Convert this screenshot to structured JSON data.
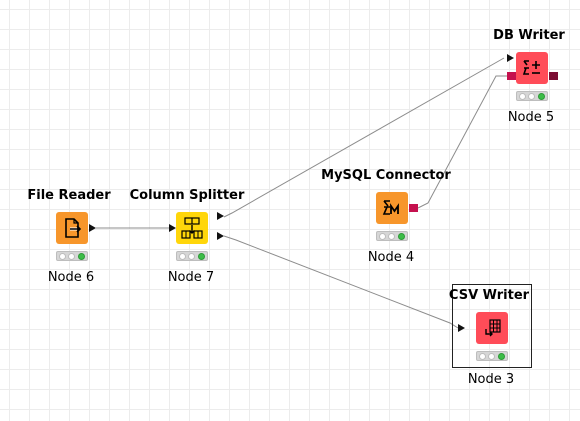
{
  "workflow": {
    "nodes": [
      {
        "id": "file-reader",
        "title": "File Reader",
        "label": "Node 6",
        "color": "#f7962b",
        "status": [
          "idle",
          "idle",
          "executed"
        ]
      },
      {
        "id": "column-splitter",
        "title": "Column Splitter",
        "label": "Node 7",
        "color": "#ffd60a",
        "status": [
          "idle",
          "idle",
          "executed"
        ]
      },
      {
        "id": "mysql-connector",
        "title": "MySQL Connector",
        "label": "Node 4",
        "color": "#f7962b",
        "status": [
          "idle",
          "idle",
          "executed"
        ]
      },
      {
        "id": "db-writer",
        "title": "DB Writer",
        "label": "Node 5",
        "color": "#ff4c58",
        "status": [
          "idle",
          "idle",
          "executed"
        ]
      },
      {
        "id": "csv-writer",
        "title": "CSV Writer",
        "label": "Node 3",
        "color": "#ff4c58",
        "status": [
          "idle",
          "idle",
          "executed"
        ],
        "selected": true
      }
    ],
    "connections": [
      {
        "from": "file-reader",
        "to": "column-splitter"
      },
      {
        "from": "column-splitter",
        "to": "db-writer"
      },
      {
        "from": "column-splitter",
        "to": "csv-writer"
      },
      {
        "from": "mysql-connector",
        "to": "db-writer"
      }
    ],
    "icons": {
      "file-reader": "file-arrow-icon",
      "column-splitter": "column-split-icon",
      "mysql-connector": "mysql-m-icon",
      "db-writer": "db-writer-icon",
      "csv-writer": "table-arrow-icon"
    },
    "colors": {
      "connection": "#8c8c8c",
      "db_port": "#c5114e",
      "status_green": "#3cbd48"
    }
  }
}
